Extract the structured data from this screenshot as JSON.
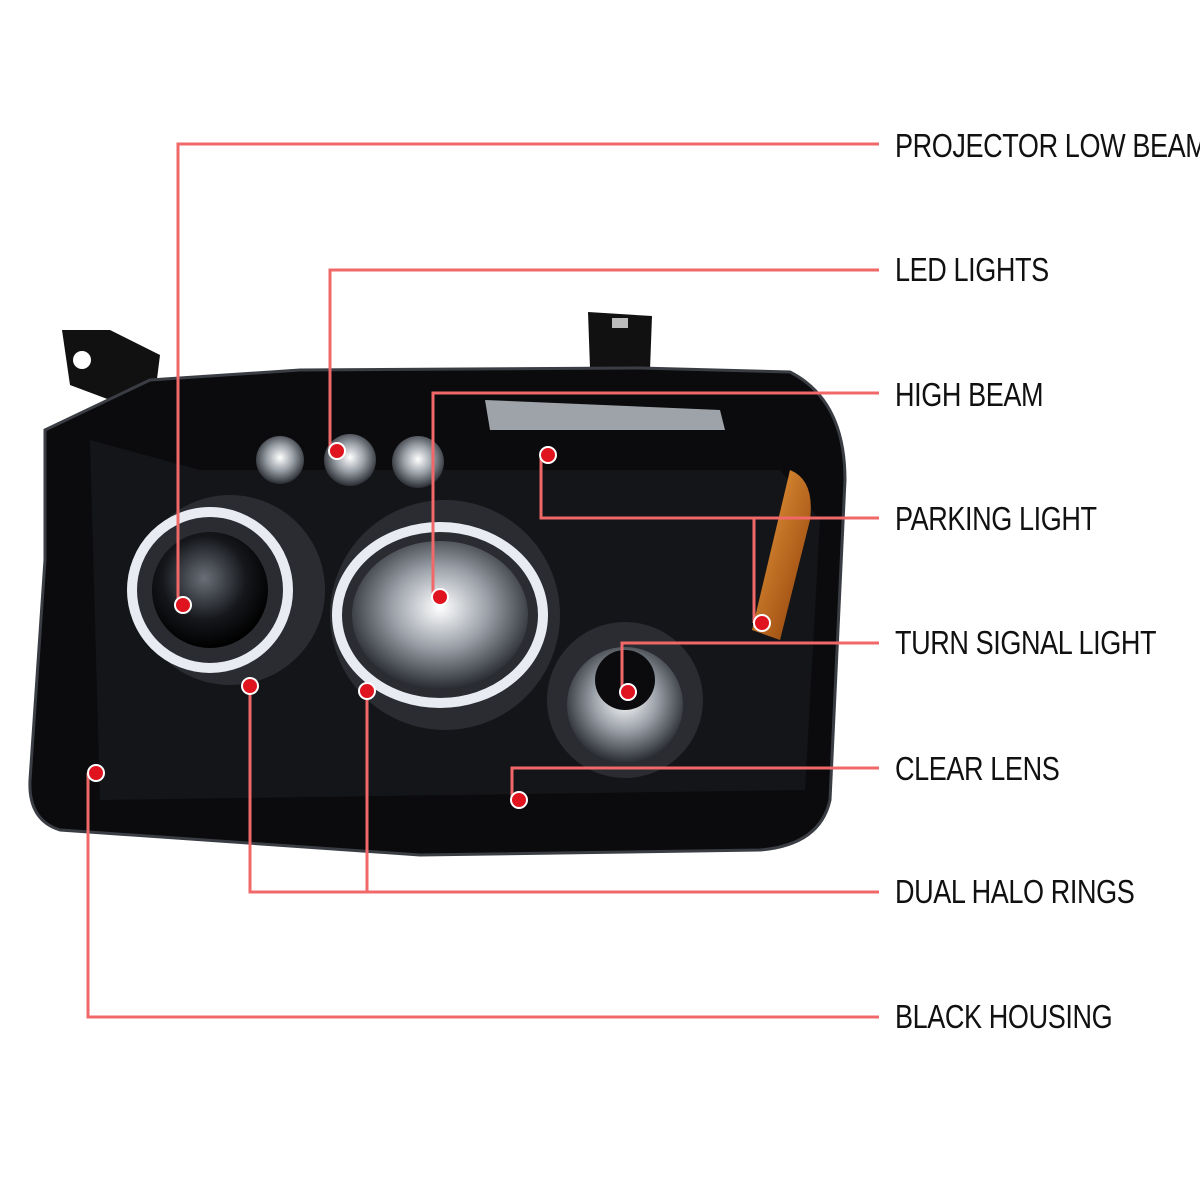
{
  "colors": {
    "leader": "#f06868",
    "dot": "#e0141e",
    "housing": "#0b0b0d",
    "text": "#111111",
    "amber": "#c9600a"
  },
  "callouts": [
    {
      "id": "projector-low-beam",
      "label": "PROJECTOR LOW BEAM"
    },
    {
      "id": "led-lights",
      "label": "LED LIGHTS"
    },
    {
      "id": "high-beam",
      "label": "HIGH BEAM"
    },
    {
      "id": "parking-light",
      "label": "PARKING LIGHT"
    },
    {
      "id": "turn-signal-light",
      "label": "TURN SIGNAL LIGHT"
    },
    {
      "id": "clear-lens",
      "label": "CLEAR LENS"
    },
    {
      "id": "dual-halo-rings",
      "label": "DUAL HALO RINGS"
    },
    {
      "id": "black-housing",
      "label": "BLACK HOUSING"
    }
  ]
}
